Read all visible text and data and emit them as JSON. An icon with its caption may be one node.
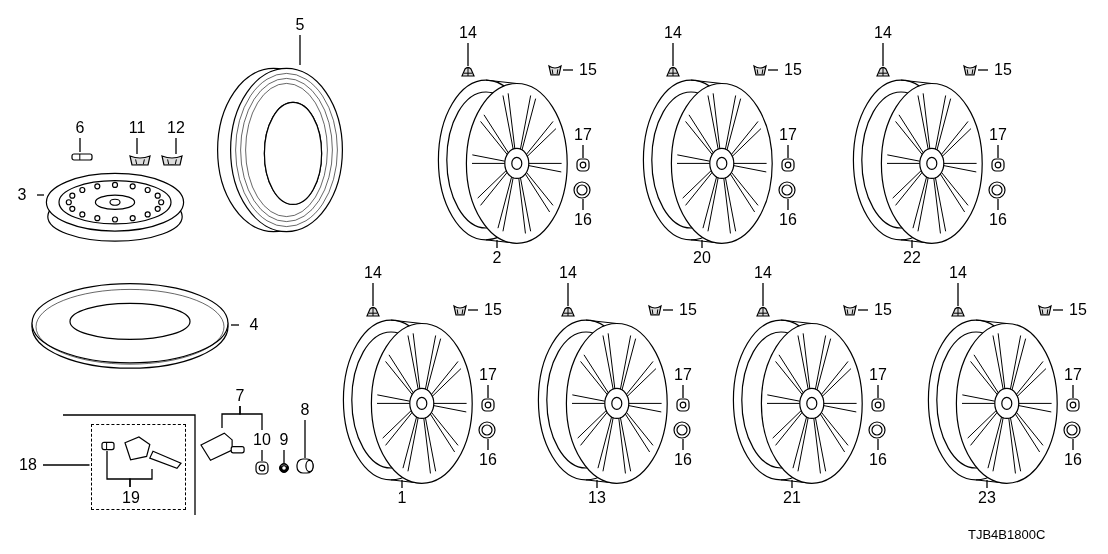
{
  "diagram": {
    "nodes": [
      {
        "text": [
          "5"
        ]
      },
      {
        "text": [],
        "shape": "picture"
      },
      {
        "text": [
          "6"
        ]
      },
      {
        "text": [],
        "shape": "picture"
      },
      {
        "text": [
          "11"
        ]
      },
      {
        "text": [],
        "shape": "picture"
      },
      {
        "text": [
          "12"
        ]
      },
      {
        "text": [],
        "shape": "picture"
      },
      {
        "text": [
          "3"
        ]
      },
      {
        "text": [],
        "shape": "picture"
      },
      {
        "text": [
          "4"
        ]
      },
      {
        "text": [],
        "shape": "picture"
      },
      {
        "text": [
          "18"
        ]
      },
      {
        "text": [],
        "shape": "box"
      },
      {
        "text": [],
        "shape": "picture",
        "in": 13
      },
      {
        "text": [],
        "shape": "picture",
        "in": 13
      },
      {
        "text": [
          "19"
        ],
        "in": 13
      },
      {
        "text": [
          "7"
        ]
      },
      {
        "text": [],
        "shape": "picture"
      },
      {
        "text": [
          "10"
        ]
      },
      {
        "text": [],
        "shape": "picture"
      },
      {
        "text": [
          "9"
        ]
      },
      {
        "text": [],
        "shape": "picture"
      },
      {
        "text": [
          "8"
        ]
      },
      {
        "text": [],
        "shape": "picture"
      },
      {
        "text": [
          "14"
        ]
      },
      {
        "text": [],
        "shape": "picture"
      },
      {
        "text": [
          "15"
        ]
      },
      {
        "text": [],
        "shape": "picture"
      },
      {
        "text": [
          "17"
        ]
      },
      {
        "text": [],
        "shape": "picture"
      },
      {
        "text": [],
        "shape": "picture"
      },
      {
        "text": [
          "16"
        ]
      },
      {
        "text": [],
        "shape": "picture"
      },
      {
        "text": [
          "2"
        ]
      },
      {
        "text": [
          "14"
        ]
      },
      {
        "text": [],
        "shape": "picture"
      },
      {
        "text": [
          "15"
        ]
      },
      {
        "text": [],
        "shape": "picture"
      },
      {
        "text": [
          "17"
        ]
      },
      {
        "text": [],
        "shape": "picture"
      },
      {
        "text": [],
        "shape": "picture"
      },
      {
        "text": [
          "16"
        ]
      },
      {
        "text": [],
        "shape": "picture"
      },
      {
        "text": [
          "20"
        ]
      },
      {
        "text": [
          "14"
        ]
      },
      {
        "text": [],
        "shape": "picture"
      },
      {
        "text": [
          "15"
        ]
      },
      {
        "text": [],
        "shape": "picture"
      },
      {
        "text": [
          "17"
        ]
      },
      {
        "text": [],
        "shape": "picture"
      },
      {
        "text": [],
        "shape": "picture"
      },
      {
        "text": [
          "16"
        ]
      },
      {
        "text": [],
        "shape": "picture"
      },
      {
        "text": [
          "22"
        ]
      },
      {
        "text": [
          "14"
        ]
      },
      {
        "text": [],
        "shape": "picture"
      },
      {
        "text": [
          "15"
        ]
      },
      {
        "text": [],
        "shape": "picture"
      },
      {
        "text": [
          "17"
        ]
      },
      {
        "text": [],
        "shape": "picture"
      },
      {
        "text": [],
        "shape": "picture"
      },
      {
        "text": [
          "16"
        ]
      },
      {
        "text": [],
        "shape": "picture"
      },
      {
        "text": [
          "1"
        ]
      },
      {
        "text": [
          "14"
        ]
      },
      {
        "text": [],
        "shape": "picture"
      },
      {
        "text": [
          "15"
        ]
      },
      {
        "text": [],
        "shape": "picture"
      },
      {
        "text": [
          "17"
        ]
      },
      {
        "text": [],
        "shape": "picture"
      },
      {
        "text": [],
        "shape": "picture"
      },
      {
        "text": [
          "16"
        ]
      },
      {
        "text": [],
        "shape": "picture"
      },
      {
        "text": [
          "13"
        ]
      },
      {
        "text": [
          "14"
        ]
      },
      {
        "text": [],
        "shape": "picture"
      },
      {
        "text": [
          "15"
        ]
      },
      {
        "text": [],
        "shape": "picture"
      },
      {
        "text": [
          "17"
        ]
      },
      {
        "text": [],
        "shape": "picture"
      },
      {
        "text": [],
        "shape": "picture"
      },
      {
        "text": [
          "16"
        ]
      },
      {
        "text": [],
        "shape": "picture"
      },
      {
        "text": [
          "21"
        ]
      },
      {
        "text": [
          "14"
        ]
      },
      {
        "text": [],
        "shape": "picture"
      },
      {
        "text": [
          "15"
        ]
      },
      {
        "text": [],
        "shape": "picture"
      },
      {
        "text": [
          "17"
        ]
      },
      {
        "text": [],
        "shape": "picture"
      },
      {
        "text": [],
        "shape": "picture"
      },
      {
        "text": [
          "16"
        ]
      },
      {
        "text": [],
        "shape": "picture"
      },
      {
        "text": [
          "23"
        ]
      }
    ],
    "edges": [
      {
        "from": 0,
        "to": 1,
        "arrow": "none"
      },
      {
        "from": 2,
        "to": 3,
        "arrow": "none"
      },
      {
        "from": 4,
        "to": 5,
        "arrow": "none"
      },
      {
        "from": 6,
        "to": 7,
        "arrow": "none"
      },
      {
        "from": 8,
        "to": 9,
        "arrow": "none"
      },
      {
        "from": 10,
        "to": 11,
        "arrow": "none"
      },
      {
        "from": 12,
        "to": 13,
        "arrow": "none"
      },
      {
        "from": 16,
        "to": 14,
        "arrow": "none"
      },
      {
        "from": 16,
        "to": 15,
        "arrow": "none"
      },
      {
        "from": 17,
        "to": 18,
        "arrow": "none"
      },
      {
        "from": 17,
        "to": 19,
        "arrow": "none"
      },
      {
        "from": 19,
        "to": 20,
        "arrow": "none"
      },
      {
        "from": 21,
        "to": 22,
        "arrow": "none"
      },
      {
        "from": 23,
        "to": 24,
        "arrow": "none"
      },
      {
        "from": 25,
        "to": 26,
        "arrow": "none"
      },
      {
        "from": 27,
        "to": 28,
        "arrow": "none"
      },
      {
        "from": 29,
        "to": 30,
        "arrow": "none"
      },
      {
        "from": 32,
        "to": 31,
        "arrow": "none"
      },
      {
        "from": 34,
        "to": 33,
        "arrow": "none"
      },
      {
        "from": 35,
        "to": 36,
        "arrow": "none"
      },
      {
        "from": 37,
        "to": 38,
        "arrow": "none"
      },
      {
        "from": 39,
        "to": 40,
        "arrow": "none"
      },
      {
        "from": 42,
        "to": 41,
        "arrow": "none"
      },
      {
        "from": 44,
        "to": 43,
        "arrow": "none"
      },
      {
        "from": 45,
        "to": 46,
        "arrow": "none"
      },
      {
        "from": 47,
        "to": 48,
        "arrow": "none"
      },
      {
        "from": 49,
        "to": 50,
        "arrow": "none"
      },
      {
        "from": 52,
        "to": 51,
        "arrow": "none"
      },
      {
        "from": 54,
        "to": 53,
        "arrow": "none"
      },
      {
        "from": 55,
        "to": 56,
        "arrow": "none"
      },
      {
        "from": 57,
        "to": 58,
        "arrow": "none"
      },
      {
        "from": 59,
        "to": 60,
        "arrow": "none"
      },
      {
        "from": 62,
        "to": 61,
        "arrow": "none"
      },
      {
        "from": 64,
        "to": 63,
        "arrow": "none"
      },
      {
        "from": 65,
        "to": 66,
        "arrow": "none"
      },
      {
        "from": 67,
        "to": 68,
        "arrow": "none"
      },
      {
        "from": 69,
        "to": 70,
        "arrow": "none"
      },
      {
        "from": 72,
        "to": 71,
        "arrow": "none"
      },
      {
        "from": 74,
        "to": 73,
        "arrow": "none"
      },
      {
        "from": 75,
        "to": 76,
        "arrow": "none"
      },
      {
        "from": 77,
        "to": 78,
        "arrow": "none"
      },
      {
        "from": 79,
        "to": 80,
        "arrow": "none"
      },
      {
        "from": 82,
        "to": 81,
        "arrow": "none"
      },
      {
        "from": 84,
        "to": 83,
        "arrow": "none"
      },
      {
        "from": 85,
        "to": 86,
        "arrow": "none"
      },
      {
        "from": 87,
        "to": 88,
        "arrow": "none"
      },
      {
        "from": 89,
        "to": 90,
        "arrow": "none"
      },
      {
        "from": 92,
        "to": 91,
        "arrow": "none"
      },
      {
        "from": 94,
        "to": 93,
        "arrow": "none"
      }
    ],
    "labels": [
      "TJB4B1800C"
    ]
  }
}
